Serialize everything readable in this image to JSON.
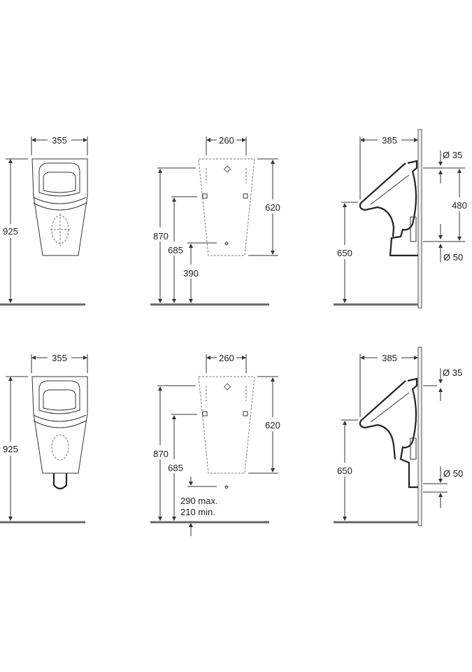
{
  "rows": [
    {
      "front": {
        "width": "355",
        "height": "925"
      },
      "wall_plan": {
        "width": "260",
        "height": "620",
        "top_inlet": "870",
        "fixing": "685",
        "outlet": "390"
      },
      "side": {
        "depth": "385",
        "rim_height": "650",
        "inlet_dia": "Ø 35",
        "spacing": "480",
        "outlet_dia": "Ø 50"
      }
    },
    {
      "front": {
        "width": "355",
        "height": "925"
      },
      "wall_plan": {
        "width": "260",
        "height": "620",
        "top_inlet": "870",
        "fixing": "685",
        "outlet_max": "290 max.",
        "outlet_min": "210 min."
      },
      "side": {
        "depth": "385",
        "rim_height": "650",
        "inlet_dia": "Ø 35",
        "outlet_dia": "Ø 50"
      }
    }
  ]
}
